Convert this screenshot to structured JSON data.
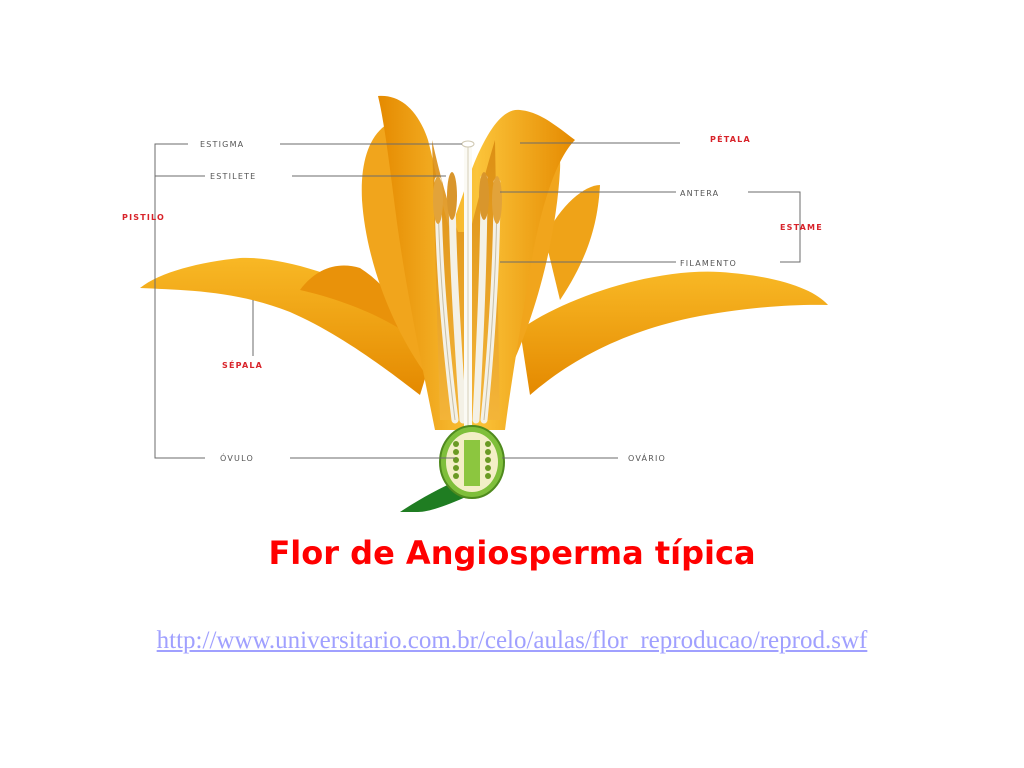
{
  "diagram": {
    "labels": {
      "estigma": "ESTIGMA",
      "estilete": "ESTILETE",
      "pistilo": "PISTILO",
      "sepala": "SÉPALA",
      "ovulo": "ÓVULO",
      "petala": "PÉTALA",
      "antera": "ANTERA",
      "estame": "ESTAME",
      "filamento": "FILAMENTO",
      "ovario": "OVÁRIO"
    }
  },
  "title": "Flor de Angiosperma típica",
  "link": {
    "text": "http://www.universitario.com.br/celo/aulas/flor_reproducao/reprod.swf",
    "href": "http://www.universitario.com.br/celo/aulas/flor_reproducao/reprod.swf"
  },
  "colors": {
    "title": "#ff0000",
    "link": "#a0a0ff",
    "diagram_label_red": "#d8232a",
    "diagram_label_gray": "#555555",
    "petal_orange": "#f2a20c",
    "petal_light": "#fbc43a",
    "stamen_white": "#f4f1e6",
    "stem_green": "#1f7d22"
  }
}
